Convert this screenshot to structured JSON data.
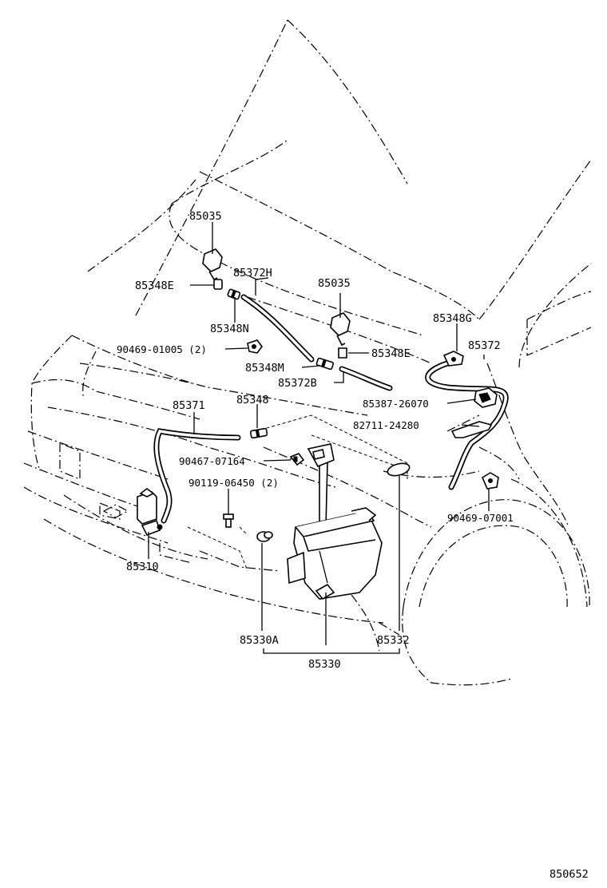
{
  "diagram_id": "850652",
  "labels": {
    "nozzle_left": "85035",
    "nozzle_right": "85035",
    "hose_upper": "85372H",
    "joint_left_e": "85348E",
    "joint_n": "85348N",
    "clip_left": "90469-01005 (2)",
    "joint_m": "85348M",
    "joint_right_e": "85348E",
    "hose_b": "85372B",
    "joint_g": "85348G",
    "hose_right": "85372",
    "clamp_right": "85387-26070",
    "bracket_right": "82711-24280",
    "clip_lower_right": "90469-07001",
    "hose_pump": "85371",
    "joint_85348": "85348",
    "clip_tank": "90467-07164",
    "bolt_tank": "90119-06450 (2)",
    "pump": "85310",
    "grommet": "85330A",
    "tank": "85330",
    "cap": "85332"
  }
}
